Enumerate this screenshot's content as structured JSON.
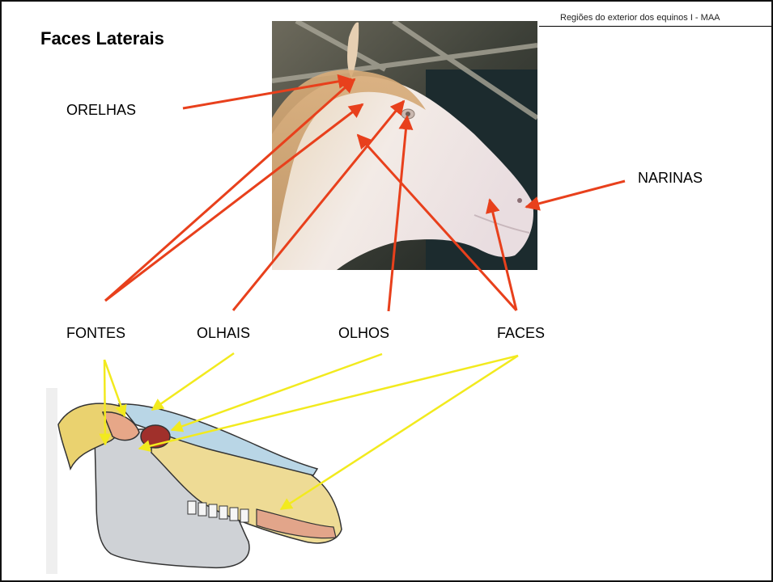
{
  "slide": {
    "title": "Faces Laterais",
    "header": "Regiões do exterior dos equinos  I -  MAA",
    "labels": {
      "orelhas": "ORELHAS",
      "narinas": "NARINAS",
      "fontes": "FONTES",
      "olhais": "OLHAIS",
      "olhos": "OLHOS",
      "faces": "FACES"
    }
  },
  "colors": {
    "photo_arrows": "#e8401c",
    "skull_arrows": "#f2ea1e",
    "border": "#111111"
  },
  "images": {
    "photo": "horse-head-photo",
    "skull": "horse-skull-illustration"
  }
}
